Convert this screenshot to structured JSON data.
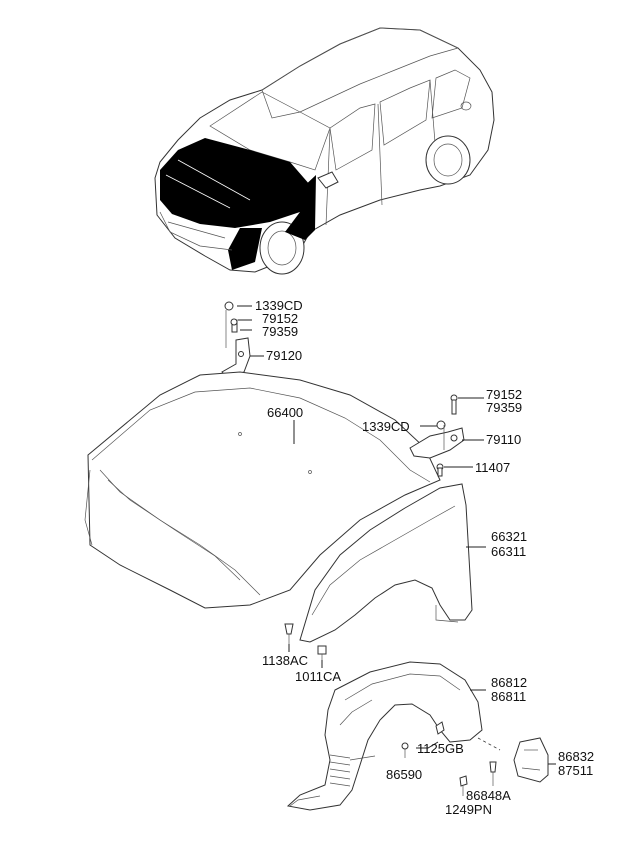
{
  "labels": {
    "p1339cd_top": "1339CD",
    "p79152_top": "79152",
    "p79359_top": "79359",
    "p79120": "79120",
    "p66400": "66400",
    "p79152_right": "79152",
    "p79359_right": "79359",
    "p1339cd_right": "1339CD",
    "p79110": "79110",
    "p11407": "11407",
    "p66321": "66321",
    "p66311": "66311",
    "p1138ac": "1138AC",
    "p1011ca": "1011CA",
    "p86812": "86812",
    "p86811": "86811",
    "p1125gb": "1125GB",
    "p86590": "86590",
    "p86832": "86832",
    "p87511": "87511",
    "p86848a": "86848A",
    "p1249pn": "1249PN"
  },
  "colors": {
    "line": "#222222",
    "highlight": "#000000",
    "background": "#ffffff"
  }
}
